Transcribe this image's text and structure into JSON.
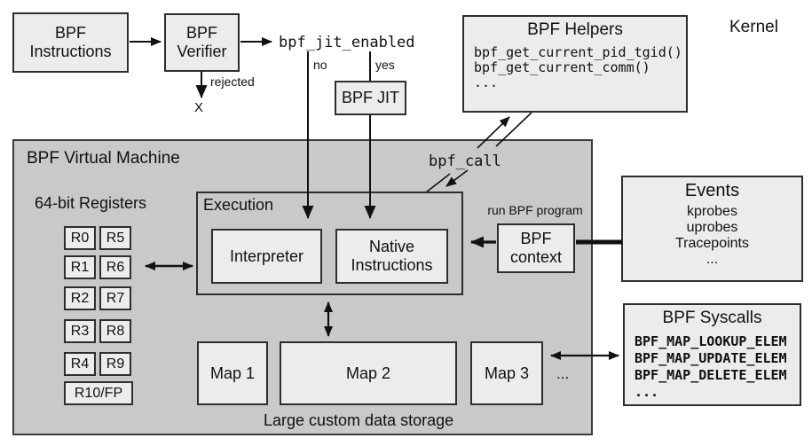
{
  "kernel_label": "Kernel",
  "colors": {
    "box_fill": "#ececec",
    "vm_fill": "#c9c9c9",
    "border": "#2e2e2e",
    "text": "#111111"
  },
  "top_flow": {
    "instructions": "BPF Instructions",
    "verifier": "BPF Verifier",
    "jit_enabled": "bpf_jit_enabled",
    "no": "no",
    "yes": "yes",
    "jit": "BPF JIT",
    "rejected": "rejected",
    "rejected_mark": "X"
  },
  "helpers": {
    "title": "BPF Helpers",
    "items": [
      "bpf_get_current_pid_tgid()",
      "bpf_get_current_comm()",
      "..."
    ]
  },
  "vm": {
    "title": "BPF Virtual Machine",
    "registers_title": "64-bit Registers",
    "registers": [
      "R0",
      "R5",
      "R1",
      "R6",
      "R2",
      "R7",
      "R3",
      "R8",
      "R4",
      "R9",
      "R10/FP"
    ],
    "execution": {
      "title": "Execution",
      "interpreter": "Interpreter",
      "native": "Native Instructions"
    },
    "bpf_call": "bpf_call",
    "run_program": "run BPF program",
    "context": "BPF context",
    "maps": [
      "Map 1",
      "Map 2",
      "Map 3"
    ],
    "maps_more": "...",
    "storage_caption": "Large custom data storage"
  },
  "events": {
    "title": "Events",
    "items": [
      "kprobes",
      "uprobes",
      "Tracepoints",
      "..."
    ]
  },
  "syscalls": {
    "title": "BPF Syscalls",
    "items": [
      "BPF_MAP_LOOKUP_ELEM",
      "BPF_MAP_UPDATE_ELEM",
      "BPF_MAP_DELETE_ELEM",
      "..."
    ]
  }
}
